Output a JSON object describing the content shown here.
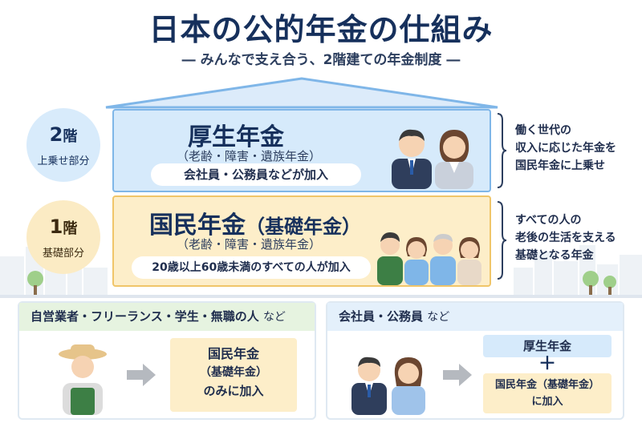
{
  "title": "日本の公的年金の仕組み",
  "subtitle": "― みんなで支え合う、2階建ての年金制度 ―",
  "floors": [
    {
      "badge_number": "2",
      "badge_unit": "階",
      "badge_caption": "上乗せ部分",
      "name": "厚生年金",
      "name_suffix": "",
      "benefits": "（老齢・障害・遺族年金）",
      "eligibility": "会社員・公務員などが加入",
      "description": [
        "働く世代の",
        "収入に応じた年金を",
        "国民年金に上乗せ"
      ],
      "color": "#d6eafb"
    },
    {
      "badge_number": "1",
      "badge_unit": "階",
      "badge_caption": "基礎部分",
      "name": "国民年金",
      "name_suffix": "（基礎年金）",
      "benefits": "（老齢・障害・遺族年金）",
      "eligibility": "20歳以上60歳未満のすべての人が加入",
      "description": [
        "すべての人の",
        "老後の生活を支える",
        "基礎となる年金"
      ],
      "color": "#fdeec9"
    }
  ],
  "cases": [
    {
      "group": "自営業者・フリーランス・学生・無職の人",
      "suffix": "など",
      "result_lines": [
        "国民年金",
        "（基礎年金）",
        "のみに加入"
      ]
    },
    {
      "group": "会社員・公務員",
      "suffix": "など",
      "result_top": "厚生年金",
      "plus": "＋",
      "result_bottom_lines": [
        "国民年金（基礎年金）",
        "に加入"
      ]
    }
  ],
  "icons": [
    "office-workers-icon",
    "family-icon",
    "farmer-icon",
    "arrow-right-icon"
  ],
  "colors": {
    "navy": "#16305c",
    "blue": "#d6eafb",
    "yellow": "#fdeec9",
    "green": "#e6f3e0"
  }
}
